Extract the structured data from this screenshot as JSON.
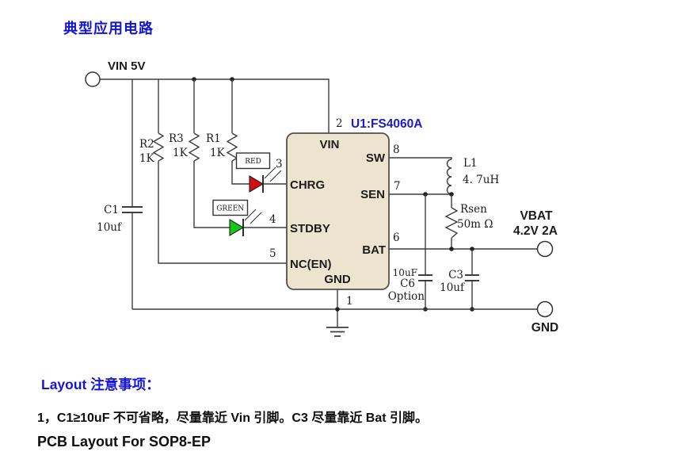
{
  "title": "典型应用电路",
  "colors": {
    "accent_blue": "#1b1bd0",
    "ic_fill": "#ece4cf",
    "led_red": "#d40f0f",
    "led_green": "#17c517"
  },
  "schematic": {
    "vin_terminal": "VIN 5V",
    "c1": {
      "ref": "C1",
      "value": "10uf"
    },
    "r2": {
      "ref": "R2",
      "value": "1K"
    },
    "r3": {
      "ref": "R3",
      "value": "1K"
    },
    "r1": {
      "ref": "R1",
      "value": "1K"
    },
    "red_led_label": "RED",
    "green_led_label": "GREEN",
    "ic": {
      "designator": "U1:FS4060A",
      "pin_vin": "VIN",
      "pin_sw": "SW",
      "pin_chrg": "CHRG",
      "pin_sen": "SEN",
      "pin_stdby": "STDBY",
      "pin_bat": "BAT",
      "pin_nc": "NC(EN)",
      "pin_gnd": "GND",
      "num_1": "1",
      "num_2": "2",
      "num_3": "3",
      "num_4": "4",
      "num_5": "5",
      "num_6": "6",
      "num_7": "7",
      "num_8": "8"
    },
    "l1": {
      "ref": "L1",
      "value": "4. 7uH"
    },
    "rsen": {
      "ref": "Rsen",
      "value": "50m Ω"
    },
    "c6": {
      "value": "10uF",
      "ref": "C6",
      "note": "Option"
    },
    "c3": {
      "ref": "C3",
      "value": "10uf"
    },
    "vbat": {
      "label": "VBAT",
      "rating": "4.2V 2A"
    },
    "gnd_terminal": "GND"
  },
  "footer": {
    "layout_heading": "Layout 注意事项：",
    "note": "1，C1≥10uF 不可省略，尽量靠近 Vin 引脚。C3 尽量靠近 Bat 引脚。",
    "pcb_line": "PCB Layout For SOP8-EP"
  }
}
